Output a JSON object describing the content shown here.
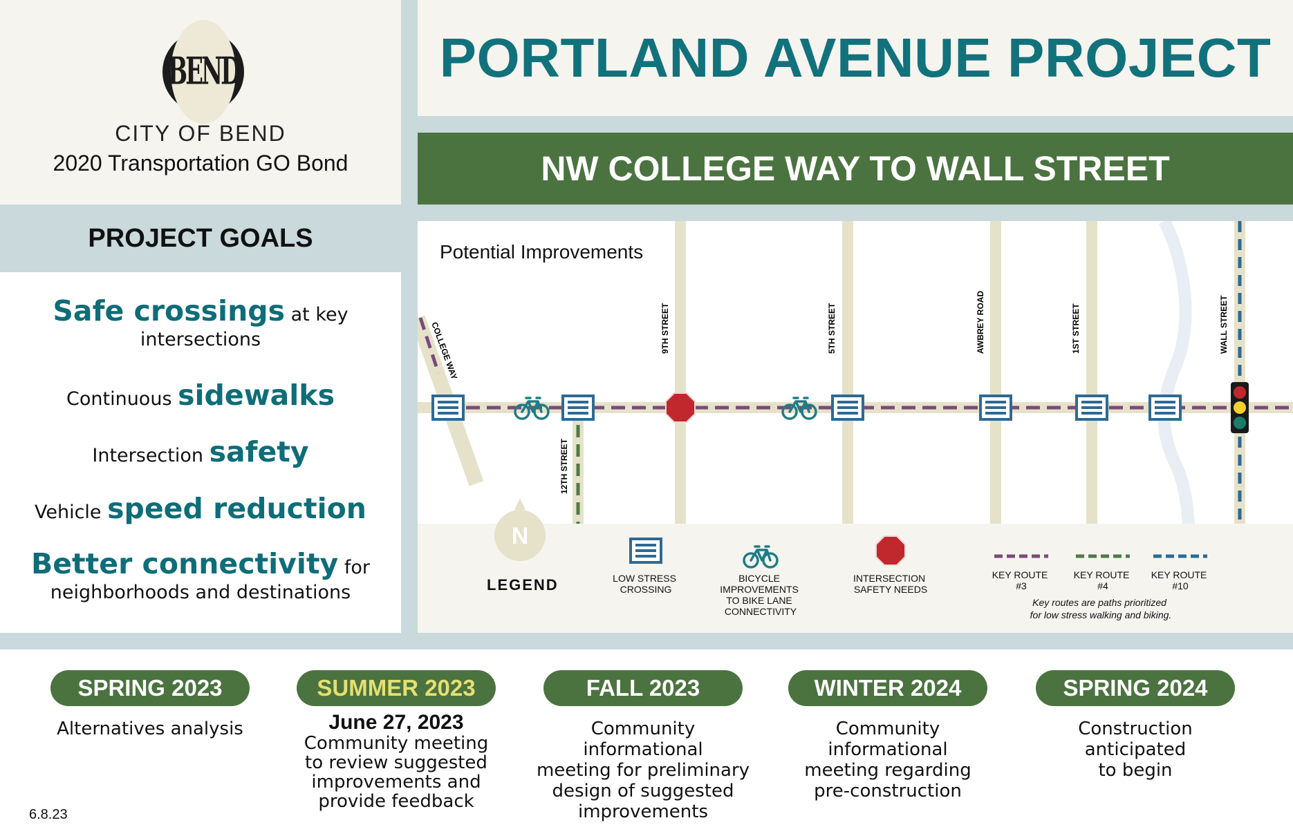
{
  "branding": {
    "logo_text": "BEND",
    "org": "CITY OF BEND",
    "program": "2020 Transportation GO Bond"
  },
  "title": "PORTLAND AVENUE PROJECT",
  "subtitle": "NW COLLEGE WAY TO WALL STREET",
  "goals": {
    "header": "PROJECT GOALS",
    "items": [
      {
        "pre": "",
        "highlight": "Safe crossings",
        "post": " at key",
        "line2": "intersections"
      },
      {
        "pre": "Continuous ",
        "highlight": "sidewalks",
        "post": "",
        "line2": ""
      },
      {
        "pre": "Intersection ",
        "highlight": "safety",
        "post": "",
        "line2": ""
      },
      {
        "pre": "Vehicle ",
        "highlight": "speed reduction",
        "post": "",
        "line2": ""
      },
      {
        "pre": "",
        "highlight": "Better connectivity",
        "post": " for",
        "line2": "neighborhoods and destinations"
      }
    ]
  },
  "map": {
    "heading": "Potential Improvements",
    "streets": [
      "COLLEGE WAY",
      "12TH STREET",
      "9TH STREET",
      "5TH STREET",
      "AWBREY ROAD",
      "1ST STREET",
      "WALL STREET"
    ],
    "north_label": "N",
    "colors": {
      "road": "#e6e2c9",
      "route3": "#7a4a7a",
      "route4": "#4e7a45",
      "route10": "#2e6a94",
      "crossing": "#2e6a94",
      "bike": "#1e7d85",
      "stop": "#c0282d",
      "river": "#e8eef4"
    },
    "legend": {
      "title": "LEGEND",
      "low_stress": [
        "LOW STRESS",
        "CROSSING"
      ],
      "bicycle": [
        "BICYCLE",
        "IMPROVEMENTS",
        "TO BIKE LANE",
        "CONNECTIVITY"
      ],
      "safety": [
        "INTERSECTION",
        "SAFETY NEEDS"
      ],
      "route3": [
        "KEY ROUTE",
        "#3"
      ],
      "route4": [
        "KEY ROUTE",
        "#4"
      ],
      "route10": [
        "KEY ROUTE",
        "#10"
      ],
      "note": [
        "Key routes are paths prioritized",
        "for low stress walking and biking."
      ]
    }
  },
  "timeline": [
    {
      "season": "SPRING 2023",
      "date": "",
      "lines": [
        "Alternatives analysis"
      ],
      "highlight": false
    },
    {
      "season": "SUMMER 2023",
      "date": "June 27, 2023",
      "lines": [
        "Community meeting",
        "to review suggested",
        "improvements and",
        "provide feedback"
      ],
      "highlight": true
    },
    {
      "season": "FALL 2023",
      "date": "",
      "lines": [
        "Community informational",
        "meeting for preliminary",
        "design of suggested",
        "improvements"
      ],
      "highlight": false
    },
    {
      "season": "WINTER 2024",
      "date": "",
      "lines": [
        "Community informational",
        "meeting regarding",
        "pre-construction"
      ],
      "highlight": false
    },
    {
      "season": "SPRING 2024",
      "date": "",
      "lines": [
        "Construction anticipated",
        "to begin"
      ],
      "highlight": false
    }
  ],
  "doc_date": "6.8.23"
}
